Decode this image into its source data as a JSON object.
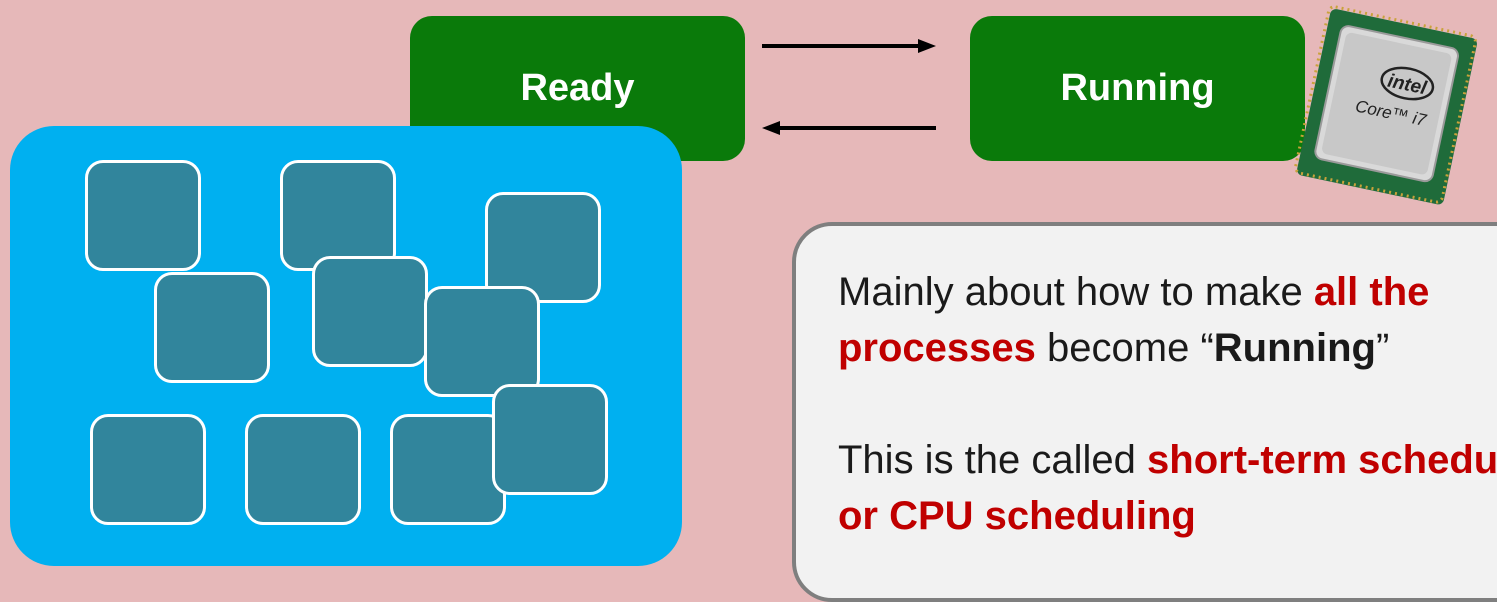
{
  "states": {
    "ready_label": "Ready",
    "running_label": "Running"
  },
  "cpu": {
    "brand": "intel",
    "model": "Core™ i7"
  },
  "callout": {
    "p1_text1": "Mainly about how to make ",
    "p1_hl1": "all the",
    "p1_hl2": "processes",
    "p1_text2": " become “",
    "p1_bold": "Running",
    "p1_text3": "”",
    "p2_text1": "This is the called ",
    "p2_hl1": "short-term scheduling",
    "p2_hl2": "or CPU scheduling"
  },
  "colors": {
    "background": "#e6b8b9",
    "state_box": "#0a7a0a",
    "pool": "#00b0f0",
    "process": "#31859c",
    "highlight": "#c00000"
  }
}
